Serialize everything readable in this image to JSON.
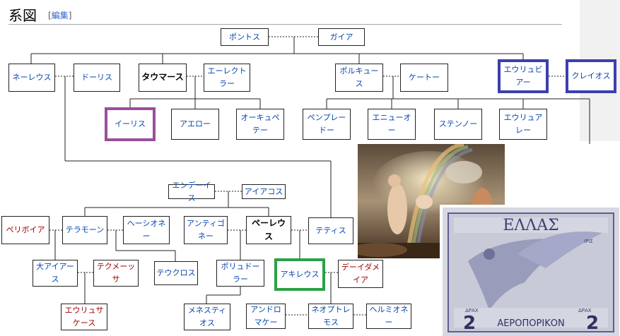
{
  "section": {
    "title": "系図",
    "edit_label": "編集"
  },
  "nodes": {
    "pontos": "ポントス",
    "gaia": "ガイア",
    "nereus": "ネーレウス",
    "doris": "ドーリス",
    "thaumas": "タウマース",
    "electra": "エーレクトラー",
    "phorcys": "ポルキュース",
    "ceto": "ケートー",
    "eurybia": "エウリュビアー",
    "crius": "クレイオス",
    "iris": "イーリス",
    "aello": "アエロー",
    "ocypete": "オーキュペテー",
    "pemphredo": "ペンプレードー",
    "enyo": "エニューオー",
    "sthenno": "ステンノー",
    "euryale": "エウリュアレー",
    "endeis": "エンデーイス",
    "aeacus": "アイアコス",
    "periboea": "ペリボイア",
    "telamon": "テラモーン",
    "hesione": "ヘーシオネー",
    "antigone": "アンティゴネー",
    "peleus": "ペーレウス",
    "thetis": "テティス",
    "ajax": "大アイアース",
    "tecmessa": "テクメーッサ",
    "teucer": "テウクロス",
    "polydora": "ポリュドーラー",
    "achilles": "アキレウス",
    "deidamia": "デーイダメイア",
    "eurysaces": "エウリュサケース",
    "menesthius": "メネスティオス",
    "andromache": "アンドロマケー",
    "neoptolemus": "ネオプトレモス",
    "hermione": "ヘルミオネー"
  },
  "stamp": {
    "country": "ΕΛΛΑΣ",
    "value": "2",
    "unit": "ΔΡΑΧ",
    "caption": "ΑΕΡΟΠΟΡΙΚΟΝ",
    "artist": "ΙΡΙΣ"
  },
  "colors": {
    "link": "#0645ad",
    "redlink": "#a00000",
    "purple_frame": "#9b4e9b",
    "blue_frame": "#3b3fae",
    "green_frame": "#2aa146",
    "stamp_ink": "#5c5f8e",
    "stamp_paper": "#d9d9e2"
  }
}
